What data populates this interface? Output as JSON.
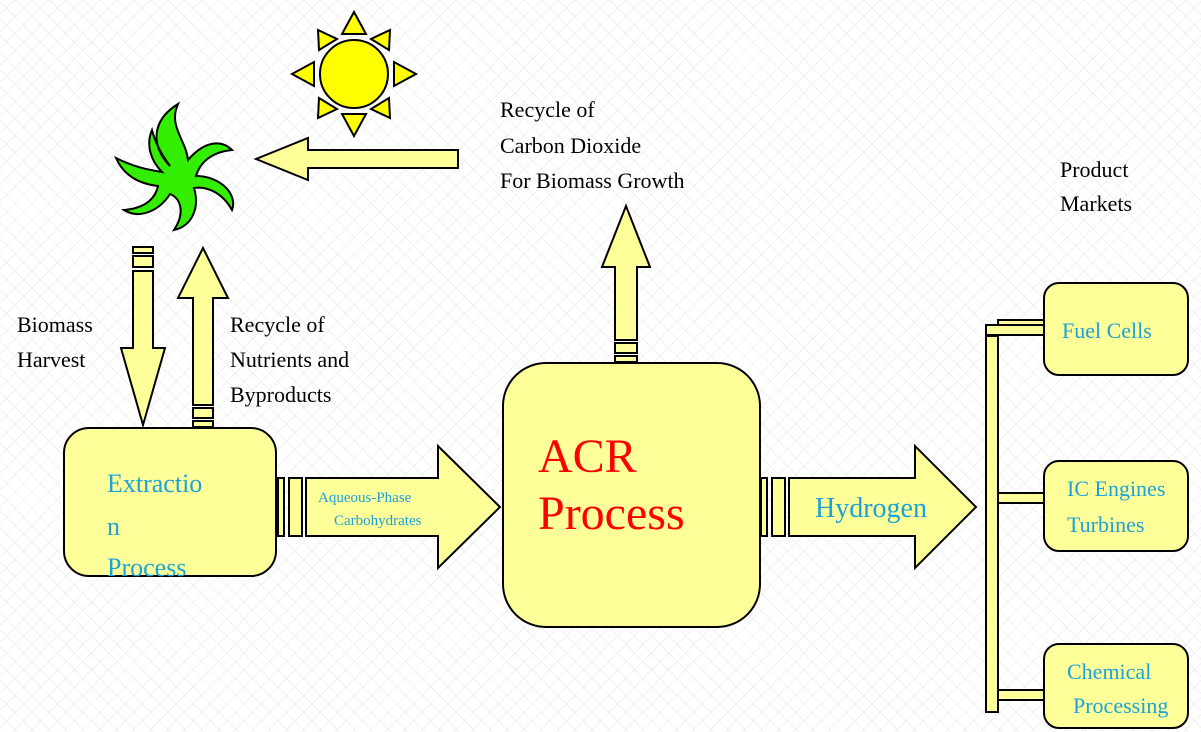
{
  "labels": {
    "co2_recycle": [
      "Recycle of",
      "Carbon Dioxide",
      "For Biomass Growth"
    ],
    "product_markets": [
      "Product",
      "Markets"
    ],
    "biomass_harvest": [
      "Biomass",
      "Harvest"
    ],
    "nutrient_recycle": [
      "Recycle of",
      "Nutrients and",
      "Byproducts"
    ],
    "aqueous_phase": [
      "Aqueous-Phase",
      "Carbohydrates"
    ],
    "hydrogen": "Hydrogen"
  },
  "boxes": {
    "extraction": [
      "Extractio",
      "n",
      "Process"
    ],
    "acr": [
      "ACR",
      "Process"
    ],
    "fuel_cells": "Fuel Cells",
    "ic_engines": [
      "IC Engines",
      "Turbines"
    ],
    "chemical": [
      "Chemical",
      "Processing"
    ]
  },
  "colors": {
    "fill": "#ffff99",
    "box_text": "#1aa3d9",
    "acr_text": "#ff0000",
    "plant": "#33ee00",
    "sun": "#ffff00"
  },
  "icons": [
    "sun-icon",
    "plant-icon"
  ]
}
